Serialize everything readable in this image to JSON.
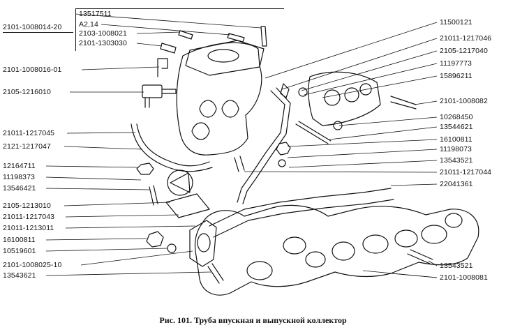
{
  "caption": "Рис. 101. Труба впускная и выпускной коллектор",
  "labels_left": [
    "2101-1008014-20",
    "13517511",
    "A2,14",
    "2103-1008021",
    "2101-1303030",
    "2101-1008016-01",
    "2105-1216010",
    "21011-1217045",
    "2121-1217047",
    "12164711",
    "11198373",
    "13546421",
    "2105-1213010",
    "21011-1217043",
    "21011-1213011",
    "16100811",
    "10519601",
    "2101-1008025-10",
    "13543621"
  ],
  "labels_right": [
    "11500121",
    "21011-1217046",
    "2105-1217040",
    "11197773",
    "15896211",
    "2101-1008082",
    "10268450",
    "13544621",
    "16100811",
    "11198073",
    "13543521",
    "21011-1217044",
    "22041361",
    "13543521",
    "2101-1008081"
  ]
}
